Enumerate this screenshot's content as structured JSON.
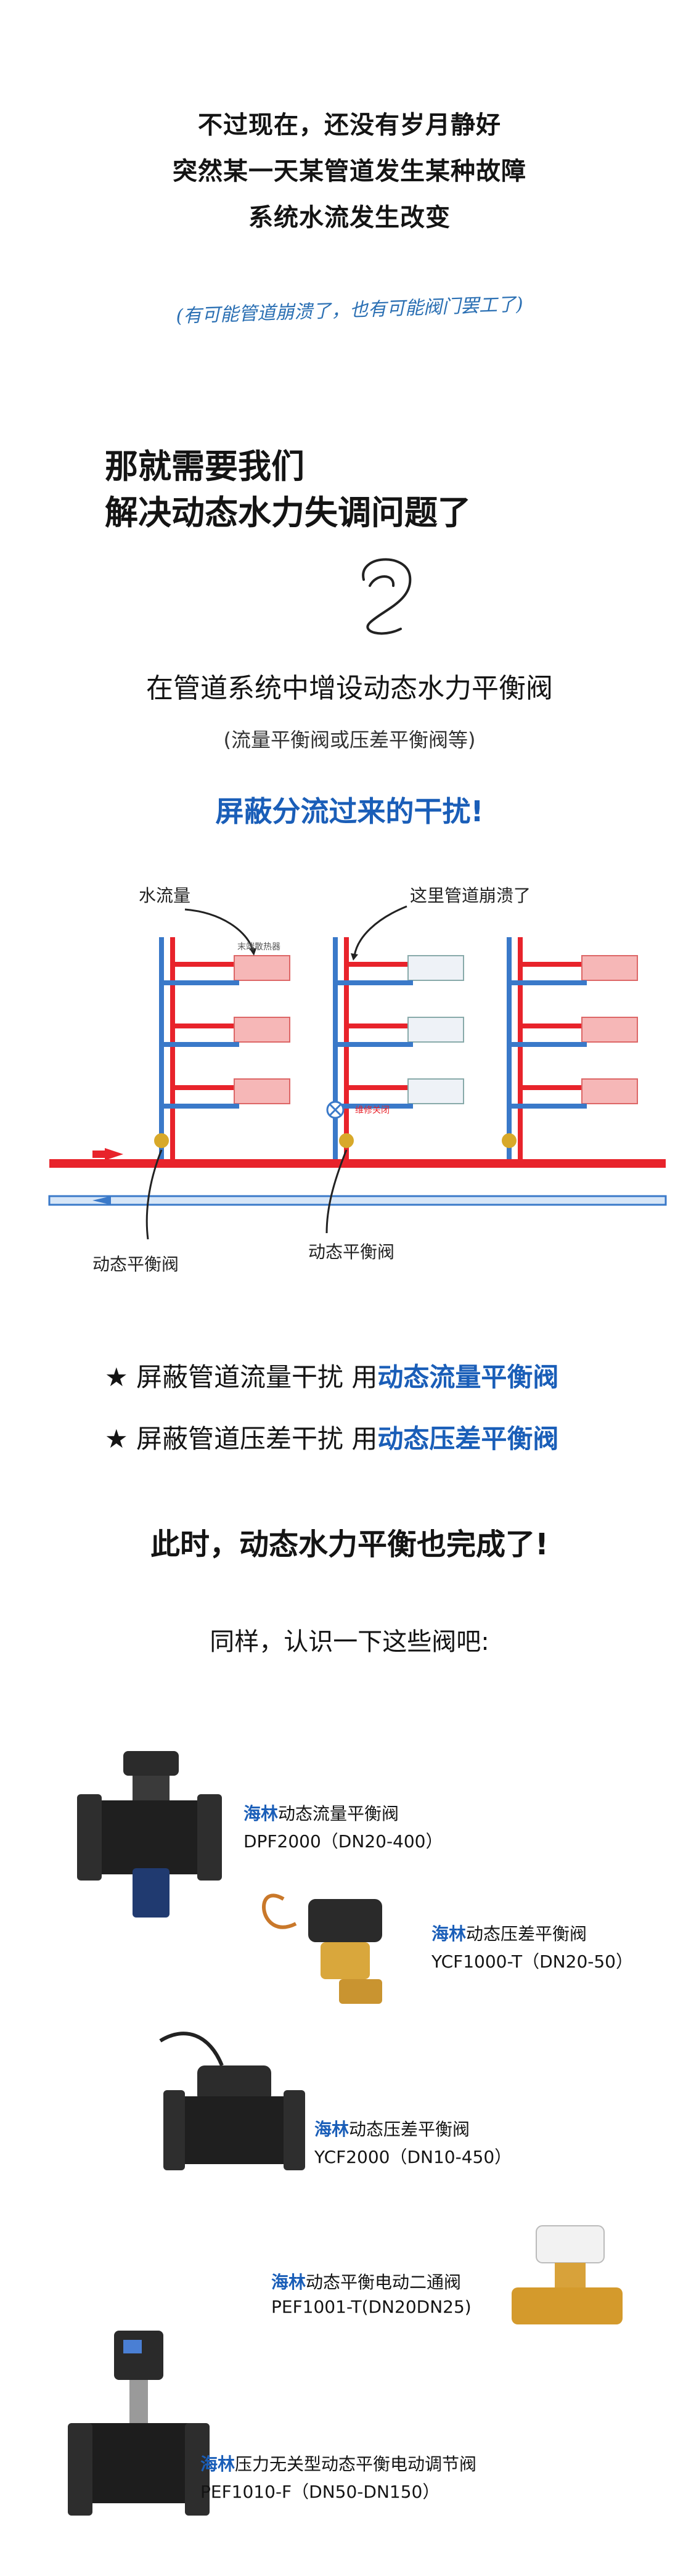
{
  "intro": {
    "line1": "不过现在，还没有岁月静好",
    "line2": "突然某一天某管道发生某种故障",
    "line3": "系统水流发生改变",
    "note": "(有可能管道崩溃了，也有可能阀门罢工了)"
  },
  "problem": {
    "line1": "那就需要我们",
    "line2": "解决动态水力失调问题了"
  },
  "solution": {
    "main": "在管道系统中增设动态水力平衡阀",
    "sub": "(流量平衡阀或压差平衡阀等)",
    "headline": "屏蔽分流过来的干扰!"
  },
  "diagram": {
    "label_flow": "水流量",
    "label_burst": "这里管道崩溃了",
    "label_valve1": "动态平衡阀",
    "label_valve2": "动态平衡阀",
    "label_radiator": "末端散热器",
    "label_repair": "维修关闭"
  },
  "bullets": {
    "b1_prefix": "★ 屏蔽管道流量干扰 用",
    "b1_highlight": "动态流量平衡阀",
    "b2_prefix": "★ 屏蔽管道压差干扰 用",
    "b2_highlight": "动态压差平衡阀"
  },
  "conclusion": "此时，动态水力平衡也完成了!",
  "valves_intro": "同样，认识一下这些阀吧:",
  "products": [
    {
      "brand": "海林",
      "name": "动态流量平衡阀",
      "model": "DPF2000（DN20-400）"
    },
    {
      "brand": "海林",
      "name": "动态压差平衡阀",
      "model": "YCF1000-T（DN20-50）"
    },
    {
      "brand": "海林",
      "name": "动态压差平衡阀",
      "model": "YCF2000（DN10-450）"
    },
    {
      "brand": "海林",
      "name": "动态平衡电动二通阀",
      "model": "PEF1001-T(DN20DN25)"
    },
    {
      "brand": "海林",
      "name": "压力无关型动态平衡电动调节阀",
      "model": "PEF1010-F（DN50-DN150）"
    }
  ],
  "colors": {
    "accent": "#1a5eb8",
    "supply": "#e8232b",
    "return": "#3a79c9",
    "radiator": "#f0a0a0"
  }
}
